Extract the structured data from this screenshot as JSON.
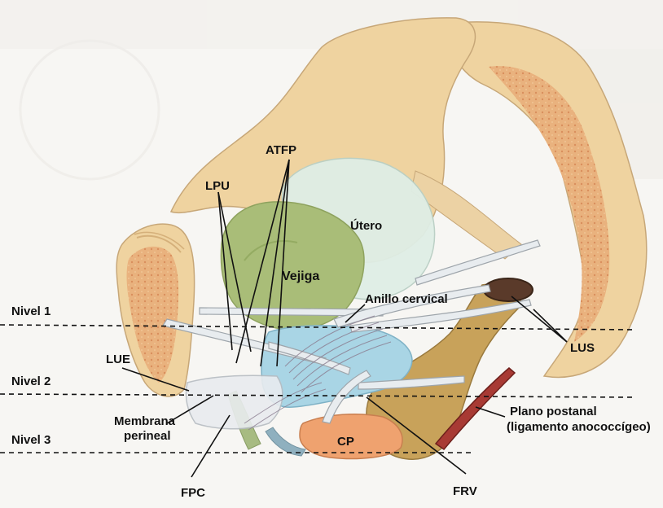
{
  "labels": {
    "atfp": "ATFP",
    "lpu": "LPU",
    "utero": "Útero",
    "vejiga": "Vejiga",
    "anillo": "Anillo cervical",
    "lus": "LUS",
    "lue": "LUE",
    "membrana_line1": "Membrana",
    "membrana_line2": "perineal",
    "cp": "CP",
    "fpc": "FPC",
    "frv": "FRV",
    "plano_line1": "Plano postanal",
    "plano_line2": "(ligamento anococcígeo)"
  },
  "levels": {
    "nivel1": "Nivel 1",
    "nivel2": "Nivel 2",
    "nivel3": "Nivel 3"
  },
  "colors": {
    "bone": "#efd3a0",
    "bone_marrow": "#e6aa74",
    "bladder": "#a9bd78",
    "uterus": "#dfeee6",
    "vagina_blue": "#a9d5e5",
    "rectum": "#c8a25a",
    "perineal_body": "#efa26f",
    "ligament": "#e9ecef"
  }
}
